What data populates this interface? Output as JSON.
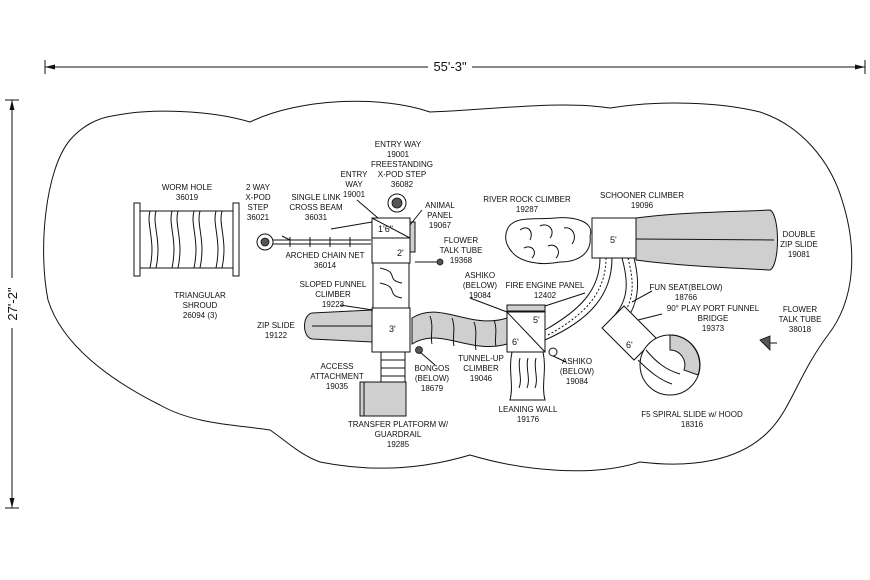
{
  "dimensions": {
    "width": "55'-3\"",
    "height": "27'-2\""
  },
  "platforms": {
    "p1": "1'6\"",
    "p2": "2'",
    "p3": "3'",
    "p5a": "5'",
    "p5b": "5'",
    "p6a": "6'",
    "p6b": "6'"
  },
  "labels": {
    "worm_hole": [
      "WORM HOLE",
      "36019"
    ],
    "two_way_step": [
      "2 WAY",
      "X-POD",
      "STEP",
      "36021"
    ],
    "single_link": [
      "SINGLE LINK",
      "CROSS BEAM",
      "36031"
    ],
    "entry_way_top": [
      "ENTRY WAY",
      "19001"
    ],
    "freestanding_step": [
      "FREESTANDING",
      "X-POD STEP",
      "36082"
    ],
    "entry_way_left": [
      "ENTRY",
      "WAY",
      "19001"
    ],
    "animal_panel": [
      "ANIMAL",
      "PANEL",
      "19067"
    ],
    "flower_talk_tube_1": [
      "FLOWER",
      "TALK TUBE",
      "19368"
    ],
    "arched_chain_net": [
      "ARCHED CHAIN NET",
      "36014"
    ],
    "triangular_shroud": [
      "TRIANGULAR",
      "SHROUD",
      "26094 (3)"
    ],
    "sloped_funnel_climber": [
      "SLOPED FUNNEL",
      "CLIMBER",
      "19223"
    ],
    "zip_slide": [
      "ZIP SLIDE",
      "19122"
    ],
    "access_attachment": [
      "ACCESS",
      "ATTACHMENT",
      "19035"
    ],
    "bongos": [
      "BONGOS",
      "(BELOW)",
      "18679"
    ],
    "transfer_platform": [
      "TRANSFER PLATFORM W/",
      "GUARDRAIL",
      "19285"
    ],
    "ashiko_top": [
      "ASHIKO",
      "(BELOW)",
      "19084"
    ],
    "fire_engine_panel": [
      "FIRE ENGINE PANEL",
      "12402"
    ],
    "tunnel_up_climber": [
      "TUNNEL-UP",
      "CLIMBER",
      "19046"
    ],
    "leaning_wall": [
      "LEANING WALL",
      "19176"
    ],
    "ashiko_bottom": [
      "ASHIKO",
      "(BELOW)",
      "19084"
    ],
    "river_rock_climber": [
      "RIVER ROCK CLIMBER",
      "19287"
    ],
    "schooner_climber": [
      "SCHOONER CLIMBER",
      "19096"
    ],
    "double_zip_slide": [
      "DOUBLE",
      "ZIP SLIDE",
      "19081"
    ],
    "fun_seat": [
      "FUN SEAT(BELOW)",
      "18766"
    ],
    "play_port_bridge": [
      "90° PLAY PORT FUNNEL",
      "BRIDGE",
      "19373"
    ],
    "flower_talk_tube_2": [
      "FLOWER",
      "TALK TUBE",
      "38018"
    ],
    "spiral_slide": [
      "F5 SPIRAL SLIDE w/ HOOD",
      "18316"
    ]
  }
}
